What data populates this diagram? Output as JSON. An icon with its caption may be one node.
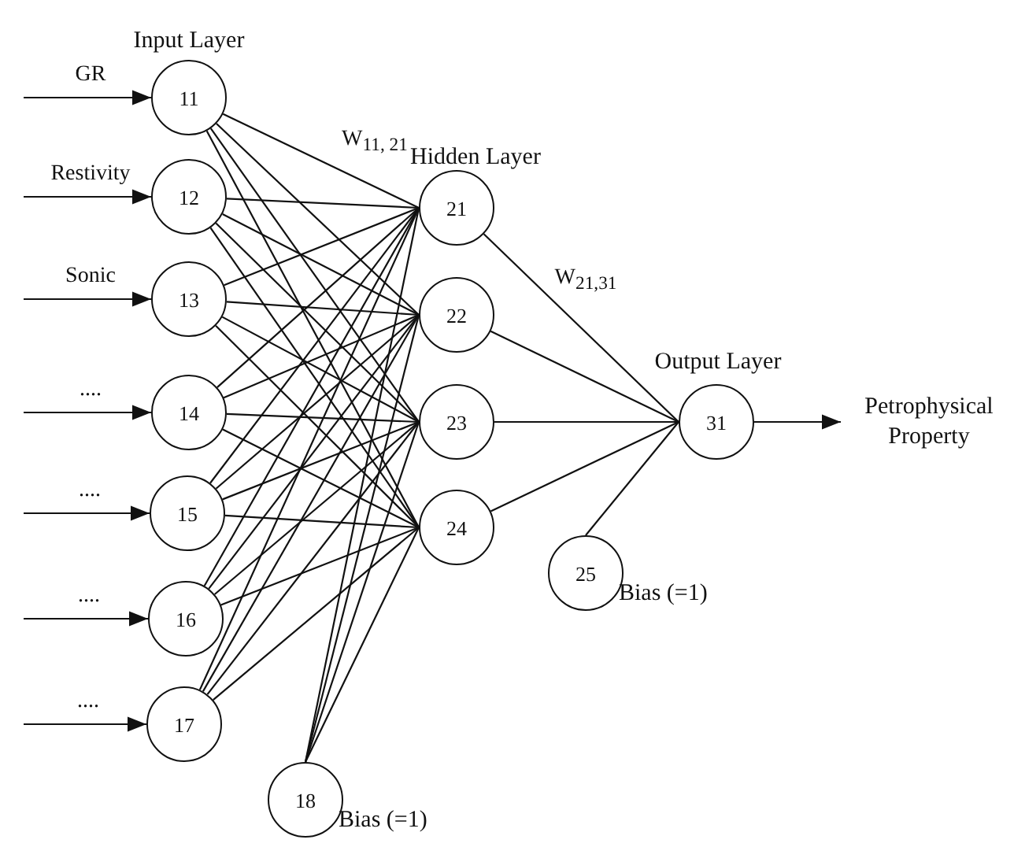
{
  "diagram": {
    "nodes": [
      {
        "text": [
          "11"
        ]
      },
      {
        "text": [
          "12"
        ]
      },
      {
        "text": [
          "13"
        ]
      },
      {
        "text": [
          "14"
        ]
      },
      {
        "text": [
          "15"
        ]
      },
      {
        "text": [
          "16"
        ]
      },
      {
        "text": [
          "17"
        ]
      },
      {
        "text": [
          "18"
        ],
        "beside": [
          "Bias (=1)"
        ]
      },
      {
        "text": [
          "21"
        ]
      },
      {
        "text": [
          "22"
        ]
      },
      {
        "text": [
          "23"
        ]
      },
      {
        "text": [
          "24"
        ]
      },
      {
        "text": [
          "25"
        ],
        "beside": [
          "Bias (=1)"
        ]
      },
      {
        "text": [
          "31"
        ]
      },
      {
        "text": [
          "Petrophysical Property"
        ]
      }
    ],
    "edges": [
      {
        "from": null,
        "to": 0,
        "arrow": "to",
        "label": "GR"
      },
      {
        "from": null,
        "to": 1,
        "arrow": "to",
        "label": "Restivity"
      },
      {
        "from": null,
        "to": 2,
        "arrow": "to",
        "label": "Sonic"
      },
      {
        "from": null,
        "to": 3,
        "arrow": "to",
        "label": "...."
      },
      {
        "from": null,
        "to": 4,
        "arrow": "to",
        "label": "...."
      },
      {
        "from": null,
        "to": 5,
        "arrow": "to",
        "label": "...."
      },
      {
        "from": null,
        "to": 6,
        "arrow": "to",
        "label": "...."
      },
      {
        "from": 0,
        "to": 8,
        "arrow": "none",
        "label": "W$_{11, 21}$"
      },
      {
        "from": 0,
        "to": 9,
        "arrow": "none"
      },
      {
        "from": 0,
        "to": 10,
        "arrow": "none"
      },
      {
        "from": 0,
        "to": 11,
        "arrow": "none"
      },
      {
        "from": 1,
        "to": 8,
        "arrow": "none"
      },
      {
        "from": 1,
        "to": 9,
        "arrow": "none"
      },
      {
        "from": 1,
        "to": 10,
        "arrow": "none"
      },
      {
        "from": 1,
        "to": 11,
        "arrow": "none"
      },
      {
        "from": 2,
        "to": 8,
        "arrow": "none"
      },
      {
        "from": 2,
        "to": 9,
        "arrow": "none"
      },
      {
        "from": 2,
        "to": 10,
        "arrow": "none"
      },
      {
        "from": 2,
        "to": 11,
        "arrow": "none"
      },
      {
        "from": 3,
        "to": 8,
        "arrow": "none"
      },
      {
        "from": 3,
        "to": 9,
        "arrow": "none"
      },
      {
        "from": 3,
        "to": 10,
        "arrow": "none"
      },
      {
        "from": 3,
        "to": 11,
        "arrow": "none"
      },
      {
        "from": 4,
        "to": 8,
        "arrow": "none"
      },
      {
        "from": 4,
        "to": 9,
        "arrow": "none"
      },
      {
        "from": 4,
        "to": 10,
        "arrow": "none"
      },
      {
        "from": 4,
        "to": 11,
        "arrow": "none"
      },
      {
        "from": 5,
        "to": 8,
        "arrow": "none"
      },
      {
        "from": 5,
        "to": 9,
        "arrow": "none"
      },
      {
        "from": 5,
        "to": 10,
        "arrow": "none"
      },
      {
        "from": 5,
        "to": 11,
        "arrow": "none"
      },
      {
        "from": 6,
        "to": 8,
        "arrow": "none"
      },
      {
        "from": 6,
        "to": 9,
        "arrow": "none"
      },
      {
        "from": 6,
        "to": 10,
        "arrow": "none"
      },
      {
        "from": 6,
        "to": 11,
        "arrow": "none"
      },
      {
        "from": 7,
        "to": 8,
        "arrow": "none"
      },
      {
        "from": 7,
        "to": 9,
        "arrow": "none"
      },
      {
        "from": 7,
        "to": 10,
        "arrow": "none"
      },
      {
        "from": 7,
        "to": 11,
        "arrow": "none"
      },
      {
        "from": 8,
        "to": 13,
        "arrow": "none",
        "label": "W$_{21,31}$"
      },
      {
        "from": 9,
        "to": 13,
        "arrow": "none"
      },
      {
        "from": 10,
        "to": 13,
        "arrow": "none"
      },
      {
        "from": 11,
        "to": 13,
        "arrow": "none"
      },
      {
        "from": 12,
        "to": 13,
        "arrow": "none"
      },
      {
        "from": 13,
        "to": 14,
        "arrow": "to"
      }
    ],
    "labels": [
      "Input Layer",
      "Hidden Layer",
      "Output Layer"
    ]
  }
}
